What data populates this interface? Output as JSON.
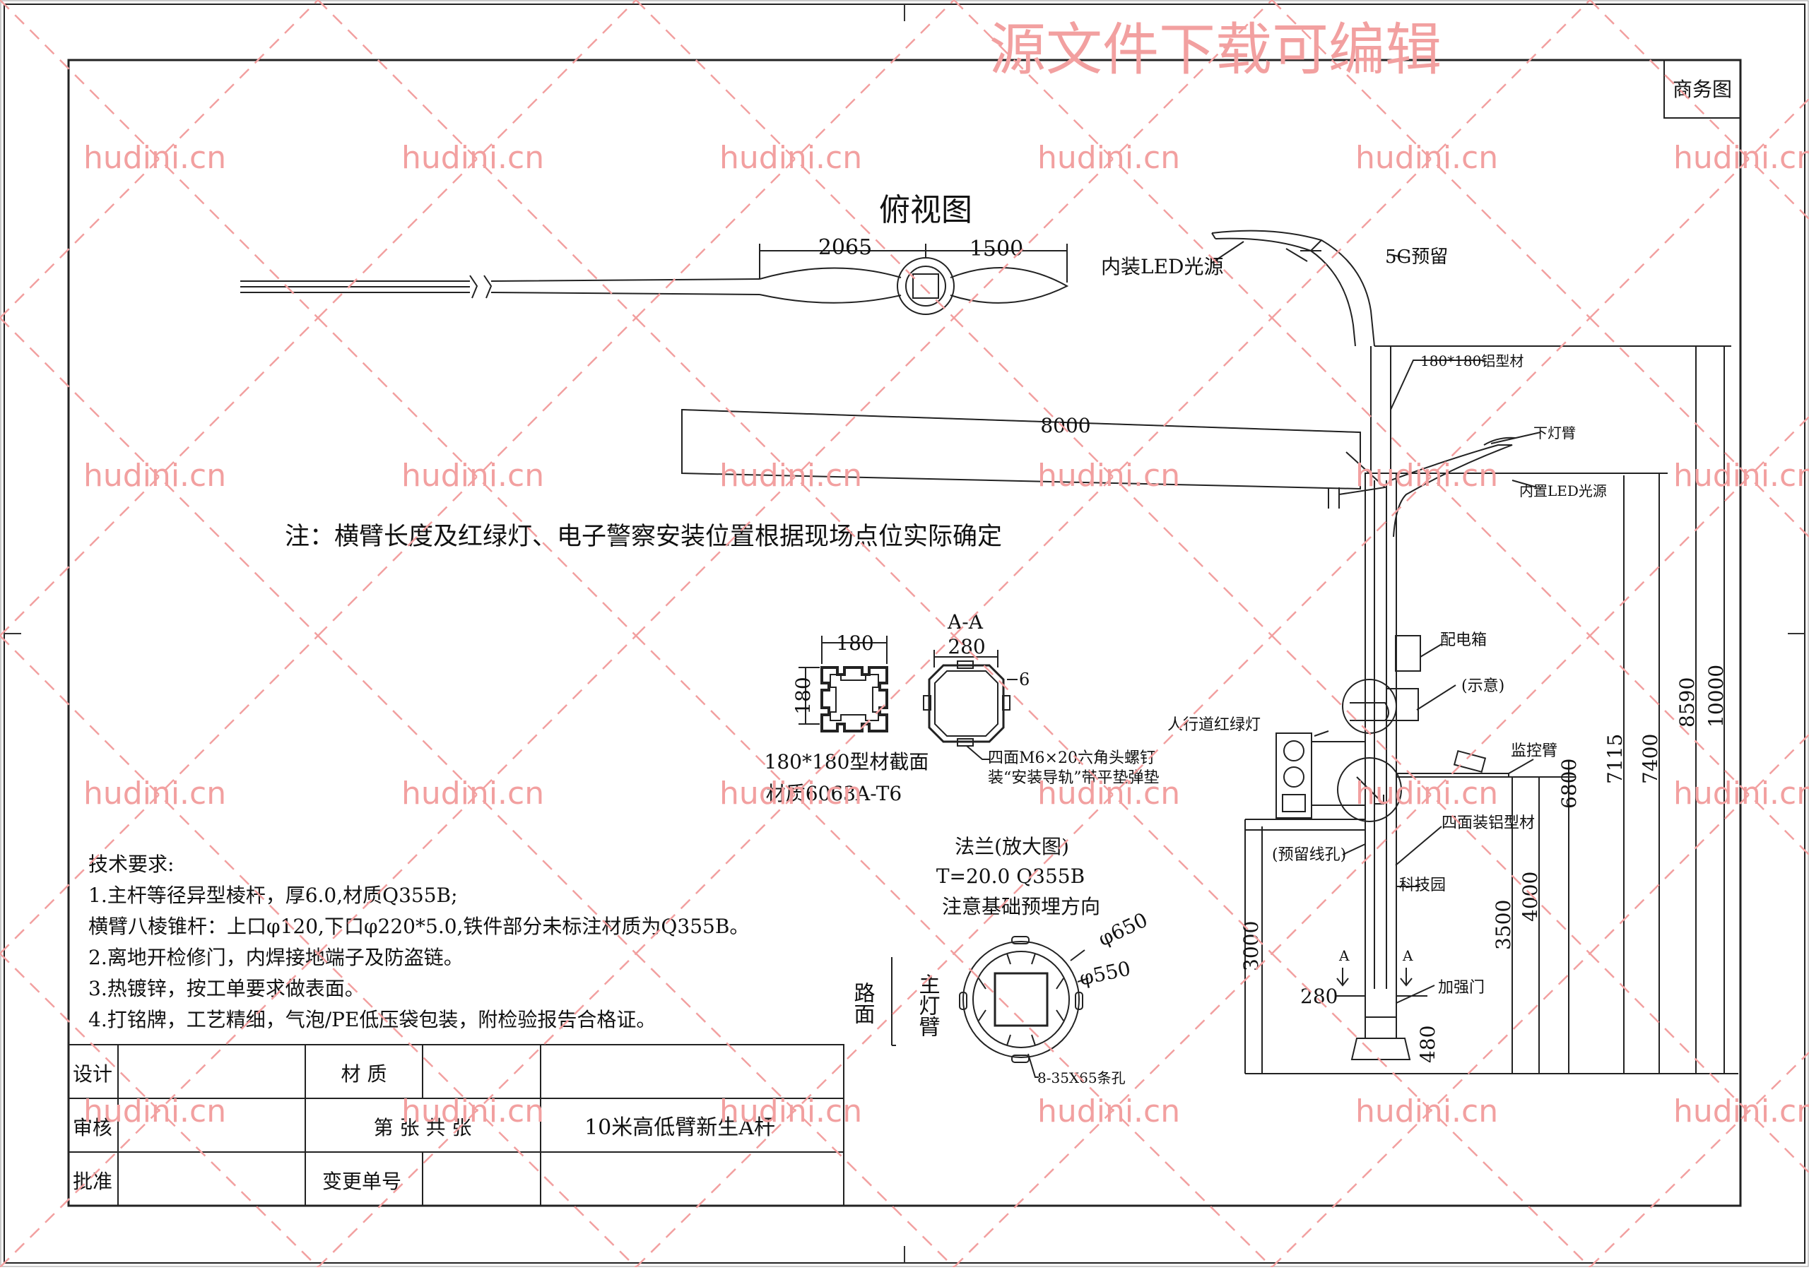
{
  "header": {
    "watermark_title": "源文件下载可编辑",
    "category_box": "商务图"
  },
  "watermark": {
    "text": "hudini.cn",
    "color": "#f2a0a0"
  },
  "top_view": {
    "title": "俯视图",
    "dim_left": "2065",
    "dim_right": "1500",
    "dim_arm": "8000"
  },
  "note": "注：横臂长度及红绿灯、电子警察安装位置根据现场点位实际确定",
  "profile_section": {
    "dim_width": "180",
    "dim_height": "180",
    "caption_1": "180*180型材截面",
    "caption_2": "材质6063A-T6"
  },
  "aa_section": {
    "label": "A-A",
    "dim_width": "280",
    "dim_thick": "6",
    "callout_1": "四面M6×20六角头螺钉",
    "callout_2": "装“安装导轨”带平垫弹垫"
  },
  "flange": {
    "title": "法兰(放大图)",
    "spec": "T=20.0 Q355B",
    "note": "注意基础预埋方向",
    "dia_outer": "φ650",
    "dia_inner": "φ550",
    "holes": "8-35X65条孔",
    "road_label": "路面",
    "main_arm_label": "主灯臂"
  },
  "tech_requirements": {
    "title": "技术要求:",
    "items": [
      "1.主杆等径异型棱杆，厚6.0,材质Q355B;",
      "横臂八棱锥杆：上口φ120,下口φ220*5.0,铁件部分未标注材质为Q355B。",
      "2.离地开检修门，内焊接地端子及防盗链。",
      "3.热镀锌，按工单要求做表面。",
      "4.打铭牌，工艺精细，气泡/PE低压袋包装，附检验报告合格证。"
    ]
  },
  "pole_elevation": {
    "labels": {
      "led_source": "内装LED光源",
      "reserved_5g": "5G预留",
      "profile_180": "180*180铝型材",
      "lower_arm": "下灯臂",
      "inner_led": "内置LED光源",
      "dist_box": "配电箱",
      "indicative": "(示意)",
      "ped_light": "人行道红绿灯",
      "monitor_arm": "监控臂",
      "four_side_profile": "四面装铝型材",
      "reserved_hole": "(预留线孔)",
      "tech_park": "科技园",
      "reinforce_door": "加强门",
      "section_mark": "A"
    },
    "dims": [
      "10000",
      "8590",
      "7400",
      "7115",
      "6800",
      "4000",
      "3500",
      "3000",
      "280",
      "480"
    ]
  },
  "title_block": {
    "design": "设计",
    "review": "审核",
    "approve": "批准",
    "material": "材  质",
    "sheet": "第    张    共    张",
    "change_no": "变更单号",
    "drawing_name": "10米高低臂新生A杆"
  }
}
